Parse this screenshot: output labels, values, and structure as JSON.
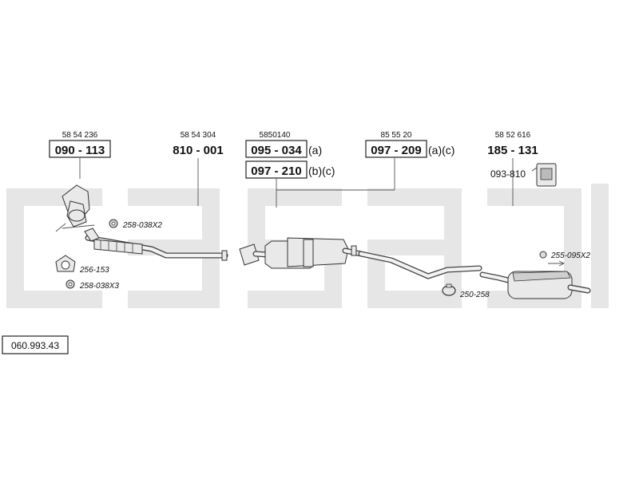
{
  "reference_number": "060.993.43",
  "part_groups": [
    {
      "id": "g1",
      "oe_number": "58 54 236",
      "codes": [
        {
          "code": "090 - 113",
          "boxed": true,
          "suffix": ""
        }
      ]
    },
    {
      "id": "g2",
      "oe_number": "58 54 304",
      "codes": [
        {
          "code": "810 - 001",
          "boxed": false,
          "suffix": ""
        }
      ]
    },
    {
      "id": "g3",
      "oe_number": "5850140",
      "codes": [
        {
          "code": "095 - 034",
          "boxed": true,
          "suffix": "(a)"
        },
        {
          "code": "097 - 210",
          "boxed": true,
          "suffix": "(b)(c)"
        }
      ]
    },
    {
      "id": "g4",
      "oe_number": "85 55 20",
      "codes": [
        {
          "code": "097 - 209",
          "boxed": true,
          "suffix": "(a)(c)"
        }
      ]
    },
    {
      "id": "g5",
      "oe_number": "58 52 616",
      "codes": [
        {
          "code": "185 - 131",
          "boxed": false,
          "suffix": ""
        },
        {
          "code": "093-810",
          "boxed": false,
          "suffix": ""
        }
      ]
    }
  ],
  "small_parts": [
    {
      "id": "gasket",
      "label": "258-038X2"
    },
    {
      "id": "gasket-ring",
      "label": "256-153"
    },
    {
      "id": "nut",
      "label": "258-038X3"
    },
    {
      "id": "clamp",
      "label": "250-258"
    },
    {
      "id": "rubber-mount",
      "label": "255-095X2"
    }
  ]
}
